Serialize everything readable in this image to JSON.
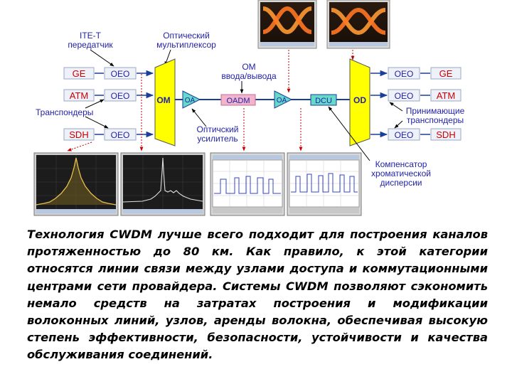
{
  "labels": {
    "itu_transmitter": [
      "ITE-T",
      "передатчик"
    ],
    "optical_mux": [
      "Оптический",
      "мультиплексор"
    ],
    "oadm_title": [
      "ОМ",
      "ввода/вывода"
    ],
    "transponders": "Транспондеры",
    "optical_amp": [
      "Оптичский",
      "усилитель"
    ],
    "receiving_transponders": [
      "Принимающие",
      "транспондеры"
    ],
    "dispersion_comp": [
      "Компенсатор",
      "хроматической",
      "дисперсии"
    ]
  },
  "left_sources": [
    "GE",
    "ATM",
    "SDH"
  ],
  "right_sinks": [
    "GE",
    "ATM",
    "SDH"
  ],
  "oeo_label": "OEO",
  "mux_label": "OM",
  "demux_label": "OD",
  "amp_label": "OA",
  "oadm_label": "OADM",
  "dcu_label": "DCU",
  "colors": {
    "label_blue": "#2222aa",
    "box_border": "#9aa8c8",
    "box_fill": "#eef1f8",
    "mux_fill": "#ffff00",
    "amp_fill": "#66d9c9",
    "oadm_fill": "#f2b3cc",
    "dcu_fill": "#66d9c9",
    "link_red": "#c00000",
    "bus_blue": "#1a3f9a",
    "source_red": "#cc0000"
  },
  "paragraph": "Технология CWDM лучше всего подходит для построения каналов протяженностью до 80 км. Как правило, к этой категории относятся линии связи между узлами доступа и коммутационными центрами сети провайдера. Системы CWDM позволяют сэкономить немало средств на затратах построения и модификации волоконных линий, узлов, аренды волокна, обеспечивая высокую степень эффективности, безопасности, устойчивости и качества обслуживания соединений."
}
